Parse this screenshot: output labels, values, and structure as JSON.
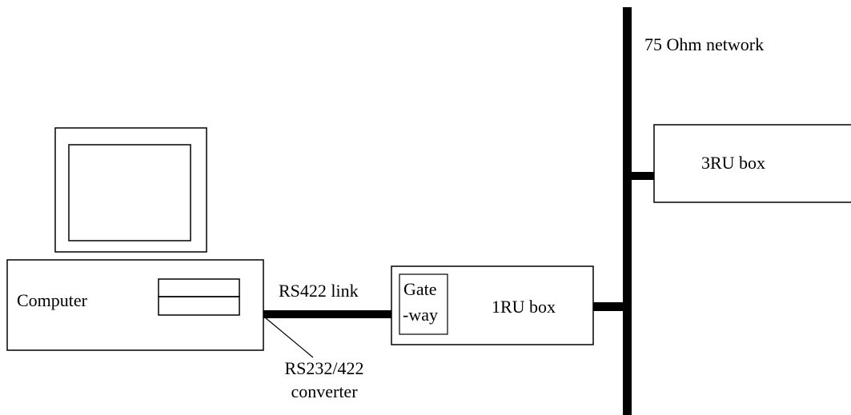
{
  "labels": {
    "network": "75 Ohm network",
    "box_3ru": "3RU box",
    "computer": "Computer",
    "link": "RS422 link",
    "gateway_line1": "Gate",
    "gateway_line2": "-way",
    "box_1ru": "1RU box",
    "converter_line1": "RS232/422",
    "converter_line2": "converter"
  }
}
